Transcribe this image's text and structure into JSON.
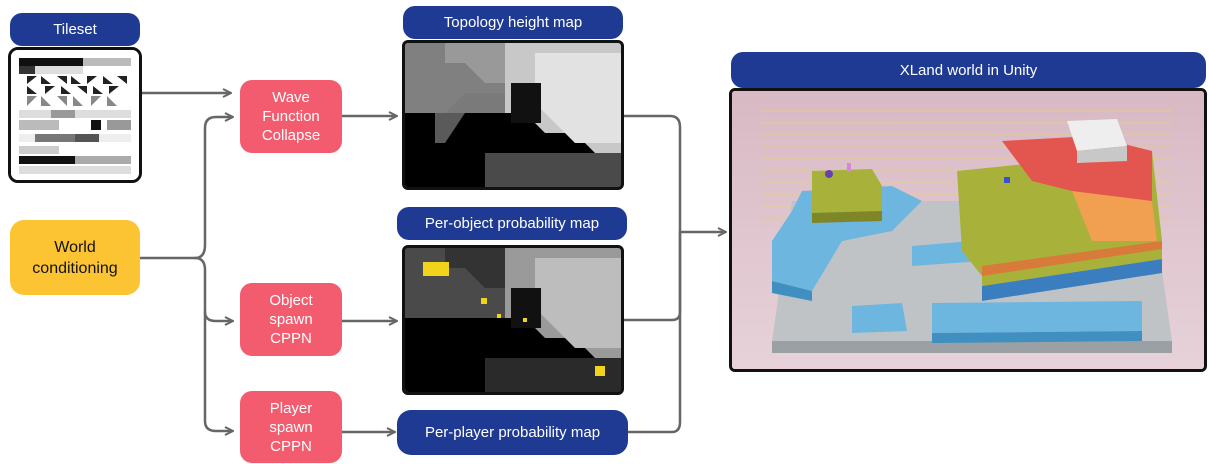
{
  "tileset": {
    "title": "Tileset"
  },
  "topology": {
    "title": "Topology height map"
  },
  "per_object": {
    "title": "Per-object probability map"
  },
  "per_player": {
    "title": "Per-player probability map"
  },
  "xland": {
    "title": "XLand world in Unity"
  },
  "nodes": {
    "wfc": {
      "line1": "Wave",
      "line2": "Function",
      "line3": "Collapse"
    },
    "world": {
      "line1": "World",
      "line2": "conditioning"
    },
    "object_spawn": {
      "line1": "Object",
      "line2": "spawn",
      "line3": "CPPN"
    },
    "player_spawn": {
      "line1": "Player",
      "line2": "spawn",
      "line3": "CPPN"
    }
  },
  "colors": {
    "navy": "#1f3a93",
    "node_red": "#f25c6e",
    "node_yellow": "#fcc432",
    "arrow": "#666666"
  }
}
